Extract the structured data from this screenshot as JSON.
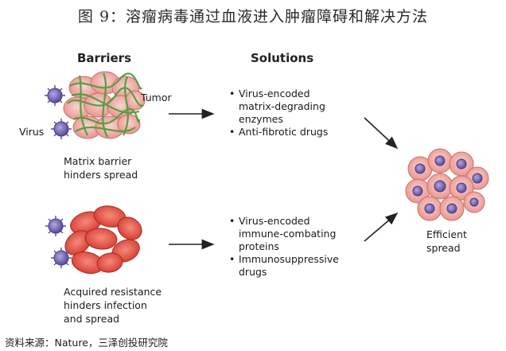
{
  "title": "图 9：溶瘤病毒通过血液进入肿瘤障碍和解决方法",
  "headers": {
    "barriers": "Barriers",
    "solutions": "Solutions"
  },
  "labels": {
    "tumor": "Tumor",
    "virus": "Virus",
    "matrix_barrier": [
      "Matrix barrier",
      "hinders spread"
    ],
    "acquired_resistance": [
      "Acquired resistance",
      "hinders infection",
      "and spread"
    ],
    "efficient_spread": [
      "Efficient",
      "spread"
    ]
  },
  "solutions_top": [
    "Virus-encoded matrix-degrading enzymes",
    "Anti-fibrotic drugs"
  ],
  "solutions_top_lines": [
    [
      "Virus-encoded",
      "matrix-degrading",
      "enzymes"
    ],
    [
      "Anti-fibrotic drugs"
    ]
  ],
  "solutions_bottom_lines": [
    [
      "Virus-encoded",
      "immune-combating",
      "proteins"
    ],
    [
      "Immunosuppressive",
      "drugs"
    ]
  ],
  "source": "资料来源：Nature，三泽创投研究院",
  "colors": {
    "cell_pink": "#efa6a0",
    "cell_red": "#e4564a",
    "matrix_green": "#5aa84a",
    "virus_purple": "#6b5aa8",
    "arrow": "#222222"
  }
}
